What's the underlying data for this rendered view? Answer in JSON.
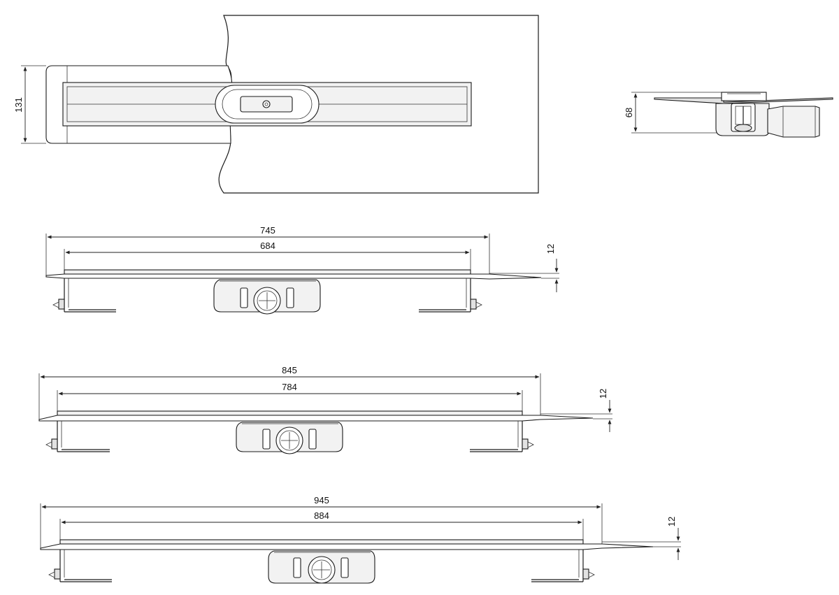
{
  "views": {
    "top": {
      "dim_height": "131"
    },
    "side": {
      "dim_height": "68"
    },
    "drain_745": {
      "dim_overall": "745",
      "dim_grate": "684",
      "dim_flange": "12"
    },
    "drain_845": {
      "dim_overall": "845",
      "dim_grate": "784",
      "dim_flange": "12"
    },
    "drain_945": {
      "dim_overall": "945",
      "dim_grate": "884",
      "dim_flange": "12"
    }
  }
}
